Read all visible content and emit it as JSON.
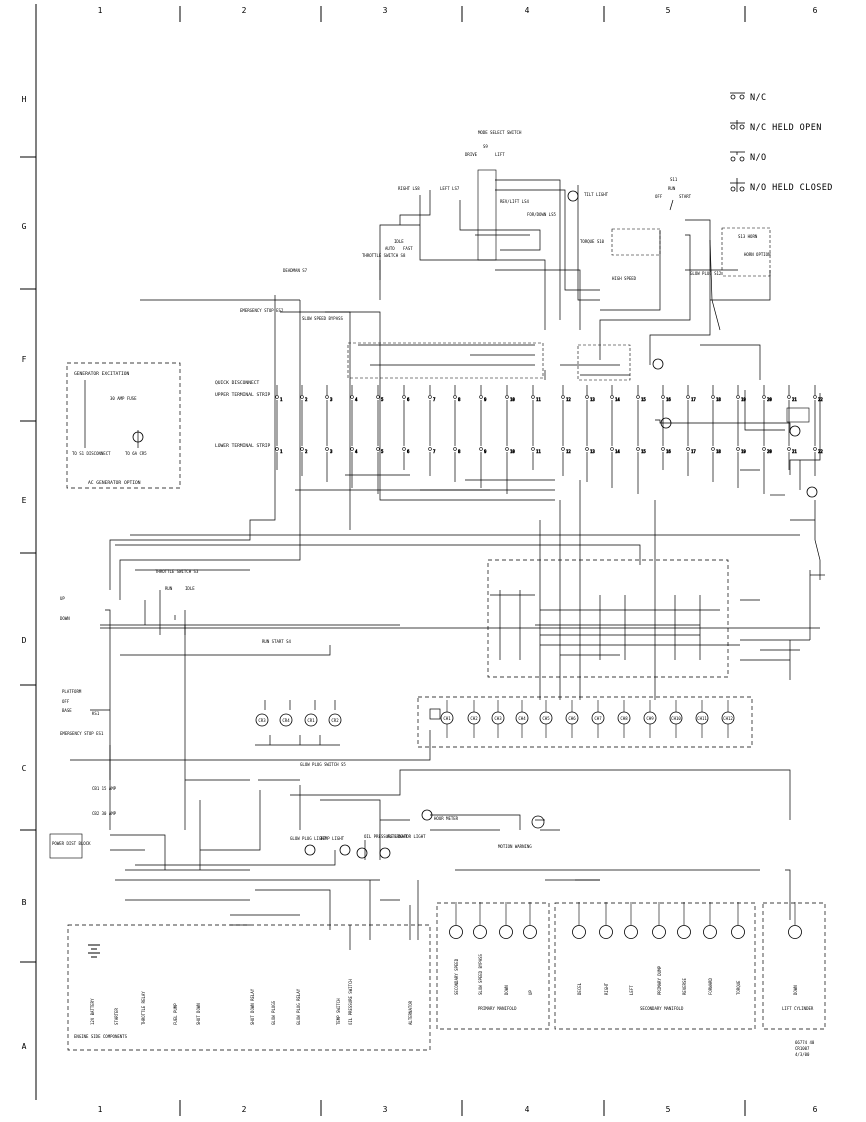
{
  "grid": {
    "columns": [
      "1",
      "2",
      "3",
      "4",
      "5",
      "6"
    ],
    "rows": [
      "H",
      "G",
      "F",
      "E",
      "D",
      "C",
      "B",
      "A"
    ]
  },
  "legend": [
    {
      "symbol": "nc",
      "label": "N/C"
    },
    {
      "symbol": "nc-held-open",
      "label": "N/C HELD OPEN"
    },
    {
      "symbol": "no",
      "label": "N/O"
    },
    {
      "symbol": "no-held-closed",
      "label": "N/O HELD CLOSED"
    }
  ],
  "labels": {
    "mode_select": "MODE SELECT SWITCH",
    "mode_s9": "S9",
    "drive": "DRIVE",
    "lift": "LIFT",
    "right_ls8": "RIGHT LS8",
    "left_ls7": "LEFT LS7",
    "rev_lift_ls4": "REV/LIFT LS4",
    "for_down_ls5": "FOR/DOWN LS5",
    "tilt_light": "TILT LIGHT",
    "idle_label": "IDLE",
    "auto_label": "AUTO",
    "fast_label": "FAST",
    "throttle_switch_s8": "THROTTLE SWITCH S8",
    "deadman_s7": "DEADMAN S7",
    "emergency_stop_es2": "EMERGENCY STOP ES2",
    "slow_speed_bypass": "SLOW SPEED BYPASS",
    "quick_disconnect": "QUICK DISCONNECT",
    "upper_terminal": "UPPER TERMINAL STRIP",
    "lower_terminal": "LOWER TERMINAL STRIP",
    "s11": "S11",
    "s11_run": "RUN",
    "s11_off": "OFF",
    "s11_start": "START",
    "s13_horn": "S13 HORN",
    "horn_option": "HORN OPTION",
    "torque_s10": "TORQUE S10",
    "high_speed": "HIGH SPEED",
    "glow_plug_s12": "GLOW PLUG S12",
    "gen_exc": "GENERATOR EXCITATION",
    "amp_fuse_30": "30 AMP FUSE",
    "to_s1_disconnect": "TO S1 DISCONNECT",
    "to_6a_cr5": "TO 6A CR5",
    "ac_gen_option": "AC GENERATOR OPTION",
    "up": "UP",
    "down": "DOWN",
    "throttle_switch_s3": "THROTTLE SWITCH S3",
    "s3_run": "RUN",
    "s3_idle": "IDLE",
    "run_start_s4": "RUN START S4",
    "platform": "PLATFORM",
    "off": "OFF",
    "base": "BASE",
    "ks1": "KS1",
    "emergency_stop_es1": "EMERGENCY STOP ES1",
    "cb1_15amp": "CB1 15 AMP",
    "cb2_30amp": "CB2 30 AMP",
    "glow_plug_switch_s5": "GLOW PLUG SWITCH S5",
    "power_dist_block": "POWER DIST BLOCK",
    "hour_meter": "HOUR METER",
    "motion_warning": "MOTION WARNING",
    "oil_pressure_light": "OIL PRESSURE LIGHT",
    "alternator_light": "ALTERNATOR LIGHT",
    "glow_plug_light": "GLOW PLUG LIGHT",
    "temp_light": "TEMP LIGHT",
    "engine_side": "ENGINE SIDE COMPONENTS",
    "primary_manifold": "PRIMARY MANIFOLD",
    "secondary_manifold": "SECONDARY MANIFOLD",
    "lift_cylinder": "LIFT CYLINDER",
    "drawing_no": "66774 40",
    "drawing_cr": "CR1007",
    "drawing_date": "4/3/00"
  },
  "engine_components": [
    "12V BATTERY",
    "STARTER",
    "THROTTLE RELAY",
    "FUEL PUMP",
    "SHUT DOWN",
    "SHUT DOWN RELAY",
    "GLOW PLUGS",
    "GLOW PLUG RELAY",
    "TEMP SWITCH",
    "OIL PRESSURE SWITCH",
    "ALTERNATOR"
  ],
  "primary_valves": [
    "SECONDARY SPEED",
    "SLOW SPEED BYPASS",
    "DOWN",
    "UP"
  ],
  "secondary_valves": [
    "DECEL",
    "RIGHT",
    "LEFT",
    "PRIMARY DUMP",
    "REVERSE",
    "FORWARD",
    "TORQUE"
  ],
  "lift_valves": [
    "DOWN"
  ],
  "terminal_numbers": [
    "1",
    "2",
    "3",
    "4",
    "5",
    "6",
    "7",
    "8",
    "9",
    "10",
    "11",
    "12",
    "13",
    "14",
    "15",
    "16",
    "17",
    "18",
    "19",
    "20",
    "21",
    "22"
  ],
  "controller_channels": [
    "CH1",
    "CH2",
    "CH3",
    "CH4",
    "CH5",
    "CH6",
    "CH7",
    "CH8",
    "CH9",
    "CH10",
    "CH11",
    "CH12"
  ],
  "crs": [
    "CR3",
    "CR4",
    "CR1",
    "CR2"
  ],
  "colors": {
    "ink": "#000000",
    "paper": "#ffffff"
  }
}
